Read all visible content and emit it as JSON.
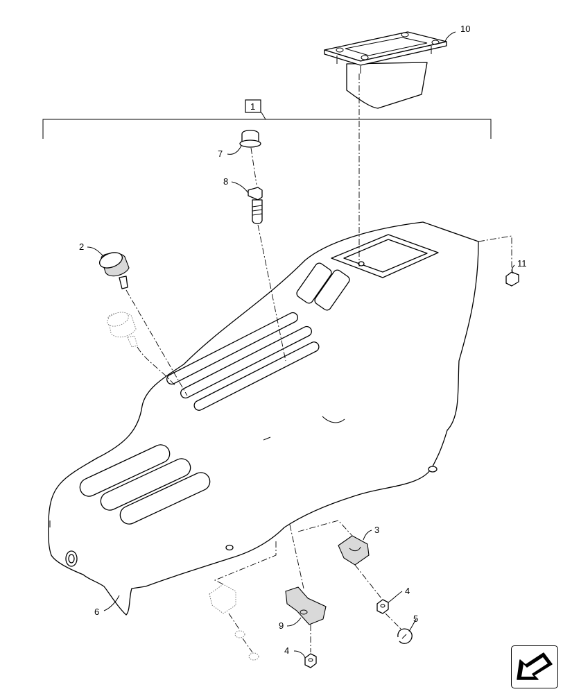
{
  "diagram": {
    "callouts": [
      {
        "id": "callout-1",
        "label": "1"
      },
      {
        "id": "callout-2",
        "label": "2"
      },
      {
        "id": "callout-3",
        "label": "3"
      },
      {
        "id": "callout-4a",
        "label": "4"
      },
      {
        "id": "callout-4b",
        "label": "4"
      },
      {
        "id": "callout-5",
        "label": "5"
      },
      {
        "id": "callout-6",
        "label": "6"
      },
      {
        "id": "callout-7",
        "label": "7"
      },
      {
        "id": "callout-8",
        "label": "8"
      },
      {
        "id": "callout-9",
        "label": "9"
      },
      {
        "id": "callout-10",
        "label": "10"
      },
      {
        "id": "callout-11",
        "label": "11"
      }
    ],
    "nav_icon": "arrow-left-down-icon",
    "colors": {
      "line": "#000000",
      "part_fill": "#d9d9d9",
      "ghost_line": "#6a6a6a"
    }
  }
}
